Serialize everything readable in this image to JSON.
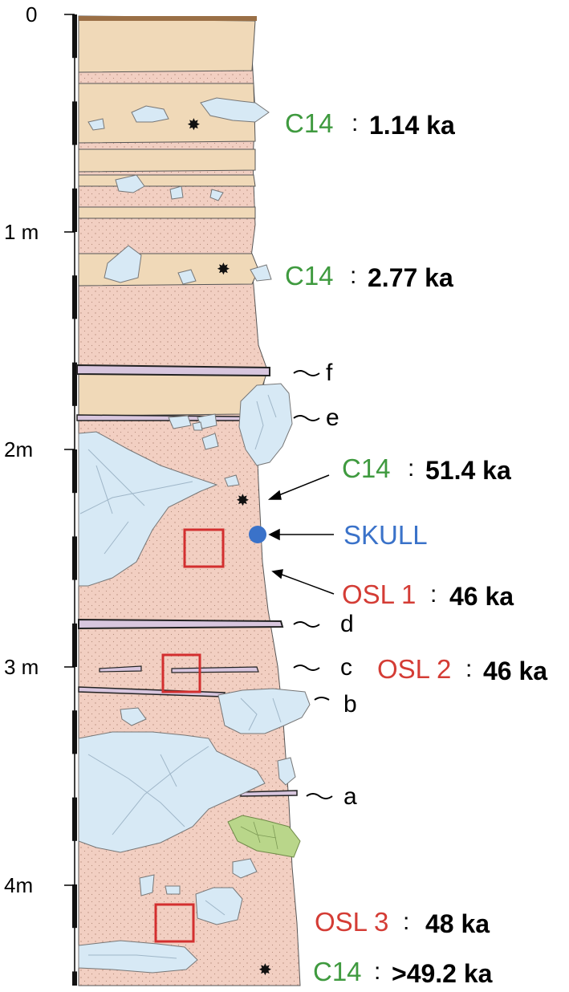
{
  "colors": {
    "silt": "#f2cfc2",
    "sand": "#f0d9b8",
    "block": "#d7e9f5",
    "crack": "#9fb6c8",
    "layer_line": "#d8c6de",
    "soil_top": "#9a6f46",
    "sample_box": "#d32f2f",
    "c14": "#3f9a3f",
    "osl": "#d43c35",
    "skull": "#3a72c9",
    "moss": "#b9d68a"
  },
  "depth_scale": {
    "labels": [
      "0",
      "1 m",
      "2m",
      "3 m",
      "4m"
    ]
  },
  "markers": {
    "f": "f",
    "e": "e",
    "d": "d",
    "c": "c",
    "b": "b",
    "a": "a"
  },
  "dates": [
    {
      "method": "C14",
      "colon": ":",
      "age": "1.14 ka",
      "type": "c14"
    },
    {
      "method": "C14",
      "colon": ":",
      "age": "2.77 ka",
      "type": "c14"
    },
    {
      "method": "C14",
      "colon": ":",
      "age": "51.4 ka",
      "type": "c14"
    },
    {
      "method": "OSL 1",
      "colon": ":",
      "age": "46 ka",
      "type": "osl"
    },
    {
      "method": "OSL 2",
      "colon": ":",
      "age": "46 ka",
      "type": "osl"
    },
    {
      "method": "OSL 3",
      "colon": ":",
      "age": "48 ka",
      "type": "osl"
    },
    {
      "method": "C14",
      "colon": ":",
      "age": ">49.2 ka",
      "type": "c14"
    }
  ],
  "skull": {
    "label": "SKULL"
  }
}
